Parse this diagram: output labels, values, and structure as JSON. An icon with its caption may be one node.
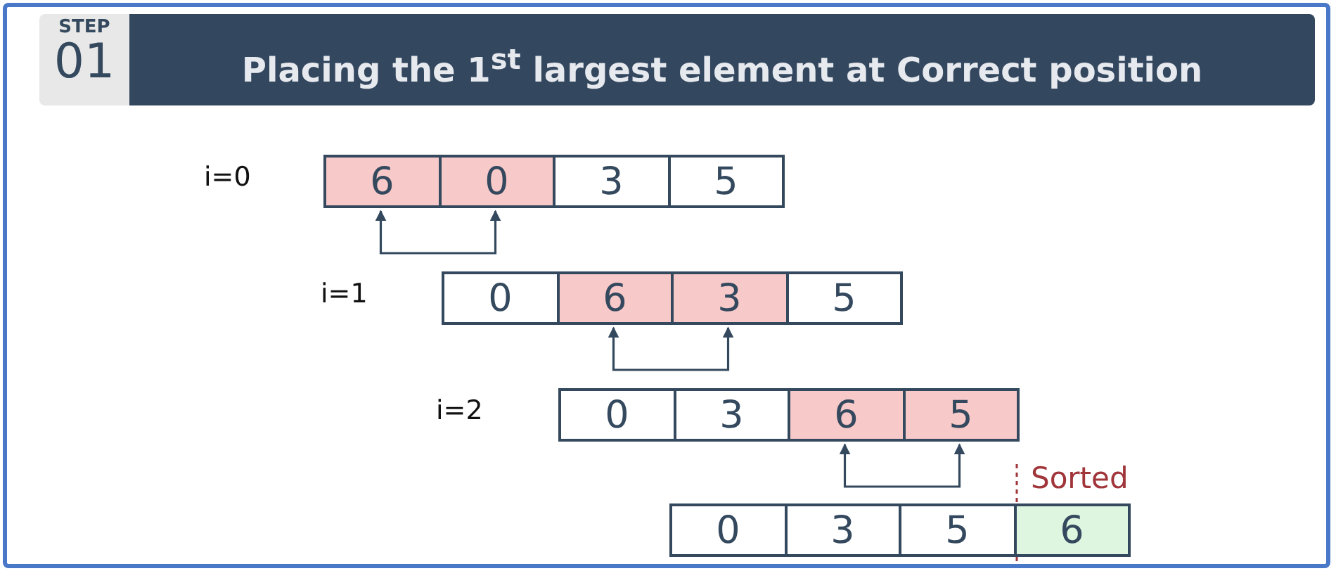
{
  "diagram": {
    "title": "Placing the 1$^{st}$ largest element at Correct position",
    "nodes": [
      {
        "text": [
          "6"
        ]
      },
      {
        "text": [
          "0"
        ]
      },
      {
        "text": [
          "3"
        ]
      },
      {
        "text": [
          "5"
        ]
      },
      {
        "text": [
          "0"
        ]
      },
      {
        "text": [
          "6"
        ]
      },
      {
        "text": [
          "3"
        ]
      },
      {
        "text": [
          "5"
        ]
      },
      {
        "text": [
          "0"
        ]
      },
      {
        "text": [
          "3"
        ]
      },
      {
        "text": [
          "6"
        ]
      },
      {
        "text": [
          "5"
        ]
      },
      {
        "text": [
          "0"
        ]
      },
      {
        "text": [
          "3"
        ]
      },
      {
        "text": [
          "5"
        ]
      },
      {
        "text": [
          "6"
        ]
      }
    ],
    "edges": [
      {
        "from": 0,
        "to": 1,
        "arrow": "both"
      },
      {
        "from": 5,
        "to": 6,
        "arrow": "both"
      },
      {
        "from": 10,
        "to": 11,
        "arrow": "both"
      }
    ],
    "labels": [
      "STEP",
      "01",
      "i=0",
      "i=1",
      "i=2",
      "Sorted"
    ]
  }
}
